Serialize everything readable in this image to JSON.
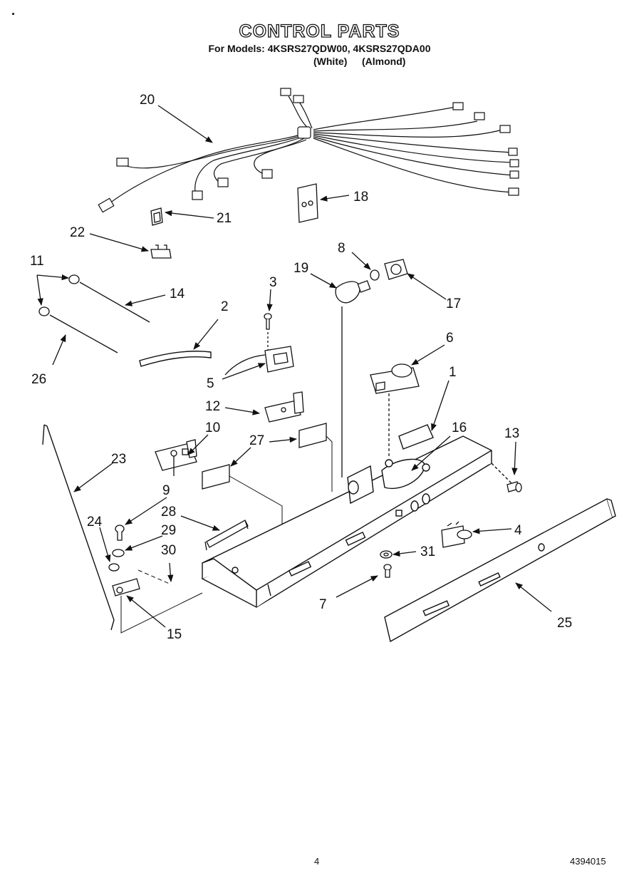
{
  "header": {
    "title": "CONTROL PARTS",
    "models_line": "For Models: 4KSRS27QDW00, 4KSRS27QDA00",
    "variant_white": "(White)",
    "variant_almond": "(Almond)"
  },
  "callouts": [
    "20",
    "18",
    "21",
    "22",
    "11",
    "14",
    "3",
    "2",
    "8",
    "19",
    "17",
    "26",
    "5",
    "6",
    "1",
    "12",
    "10",
    "16",
    "13",
    "23",
    "27",
    "9",
    "28",
    "24",
    "29",
    "30",
    "4",
    "31",
    "7",
    "15",
    "25"
  ],
  "footer": {
    "page_number": "4",
    "document_number": "4394015"
  }
}
